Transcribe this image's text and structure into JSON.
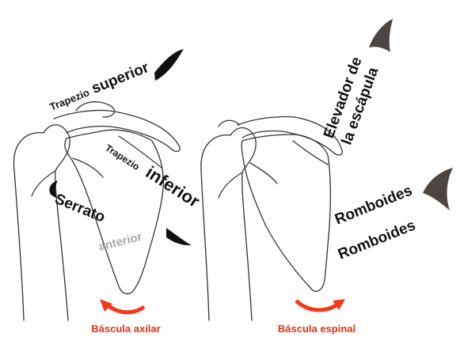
{
  "left_panel": {
    "trapezio_superior": {
      "small": "Trapezio",
      "big": "superior"
    },
    "trapezio_inferior": {
      "small": "Trapezio",
      "big": "inferior"
    },
    "serrato_anterior": {
      "big": "Serrato",
      "small": "anterior"
    },
    "caption": "Báscula axilar"
  },
  "right_panel": {
    "elevador": {
      "line1": "Elevador de",
      "line2": "la escápula"
    },
    "romboides_1": "Romboides",
    "romboides_2": "Romboides",
    "caption": "Báscula espinal"
  },
  "colors": {
    "arrow_black": "#111111",
    "arrow_brown": "#4d4540",
    "rotation_arrow": "#f23a1a",
    "caption": "#e63212",
    "anterior_text": "#a9a9a9"
  }
}
